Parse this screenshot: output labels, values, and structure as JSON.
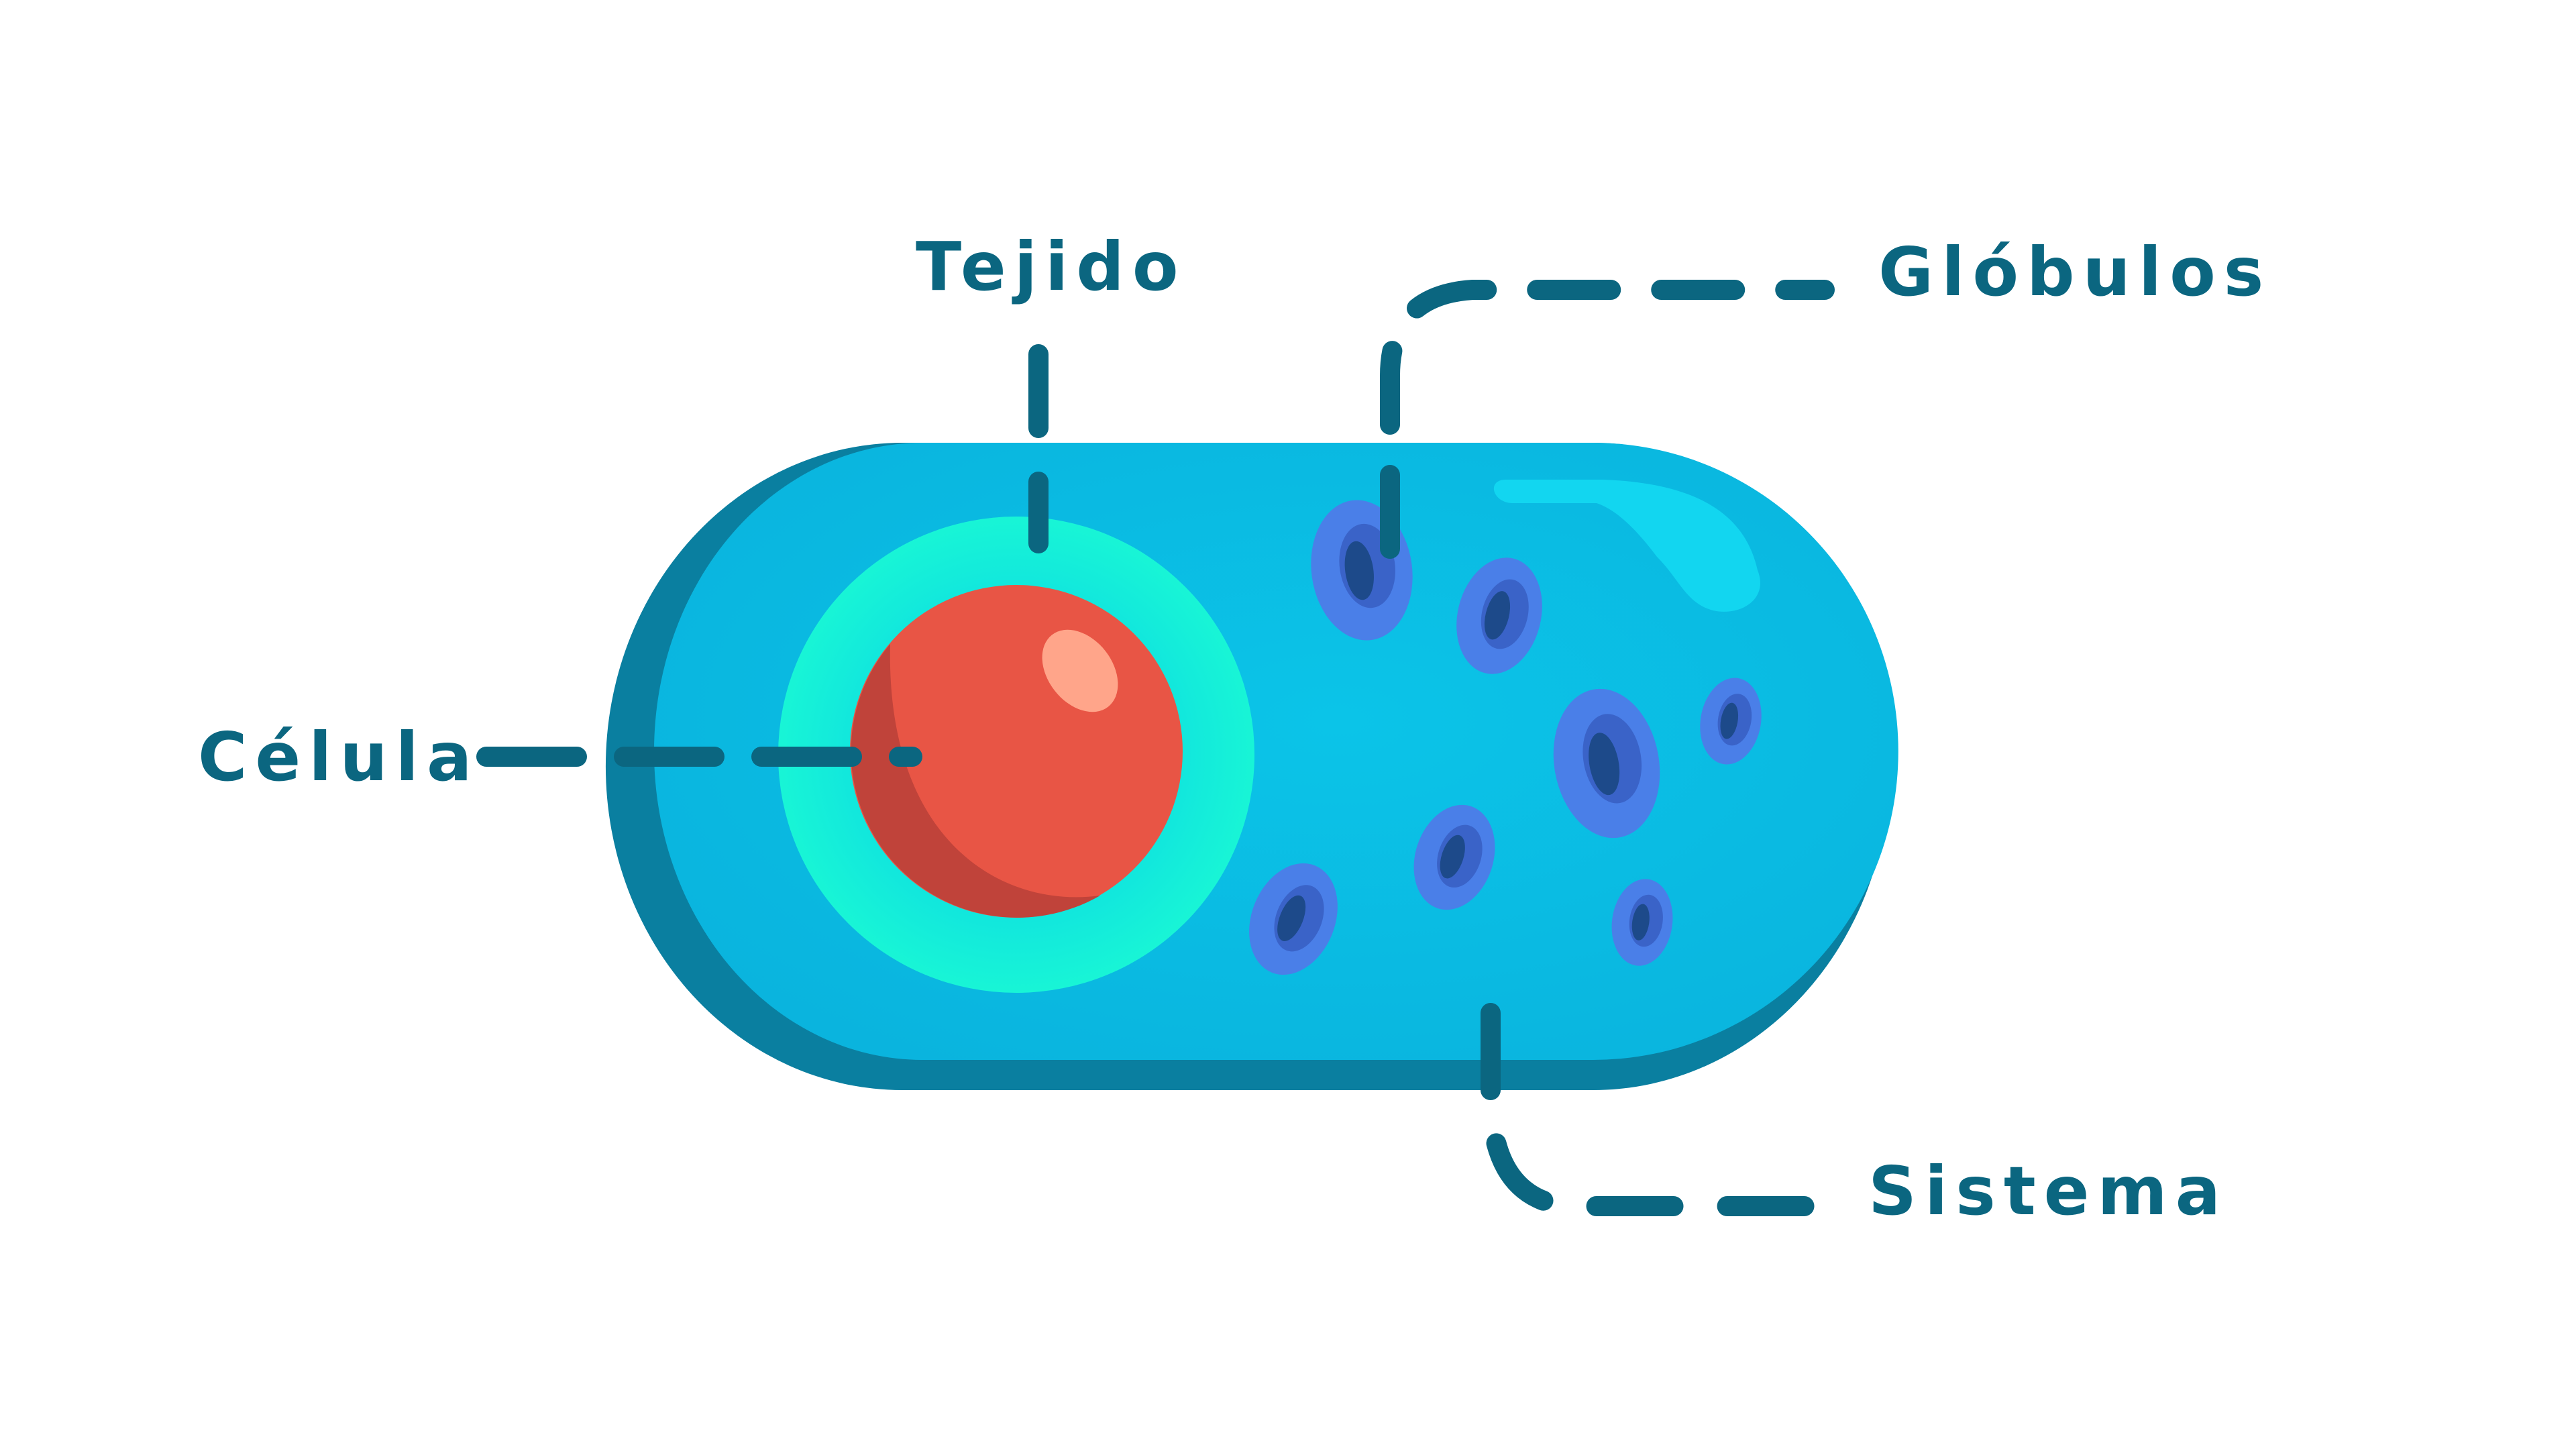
{
  "labels": {
    "tejido": "Tejido",
    "globulos": "Glóbulos",
    "celula": "Célula",
    "sistema": "Sistema"
  },
  "colors": {
    "label": "#0b6680",
    "body": "#0abde3",
    "body_shadow": "#0a7fa0",
    "highlight": "#12d6f0",
    "membrane_glow": "#15f2d8",
    "nucleus": "#e85545",
    "nucleus_shade": "#c0433a",
    "nucleus_highlight": "#ffa58a",
    "cell_outer": "#4a7fe8",
    "cell_mid": "#3a63c8",
    "cell_core": "#1d4a8a"
  }
}
